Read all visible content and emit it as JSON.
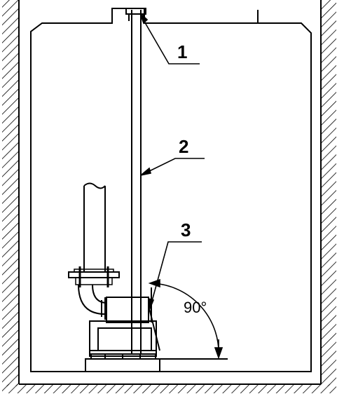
{
  "diagram": {
    "callouts": [
      {
        "id": "1",
        "label": "1"
      },
      {
        "id": "2",
        "label": "2"
      },
      {
        "id": "3",
        "label": "3"
      }
    ],
    "angle_label": "90°",
    "colors": {
      "line": "#000000",
      "background": "#ffffff"
    }
  }
}
